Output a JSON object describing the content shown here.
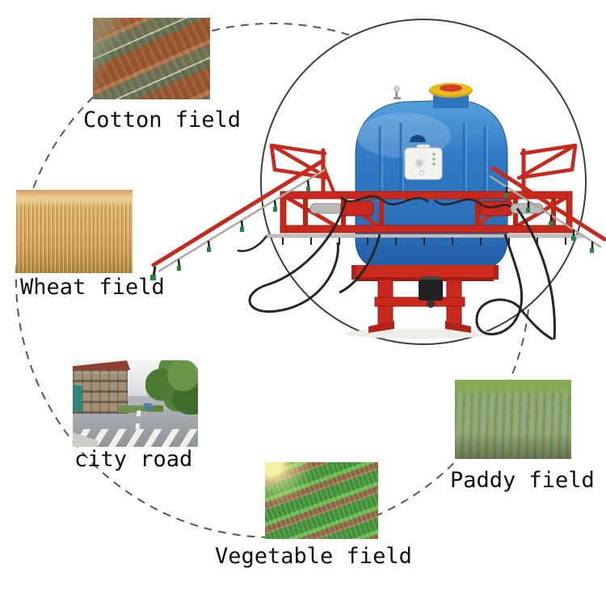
{
  "fields": [
    {
      "id": "cotton-field",
      "label": "Cotton field"
    },
    {
      "id": "wheat-field",
      "label": "Wheat field"
    },
    {
      "id": "city-road",
      "label": "city road"
    },
    {
      "id": "vegetable-field",
      "label": "Vegetable field"
    },
    {
      "id": "paddy-field",
      "label": "Paddy field"
    }
  ],
  "center": {
    "image": "boom-sprayer"
  },
  "colors": {
    "tank_blue": "#2e7cc3",
    "frame_red": "#c9281c",
    "cap_yellow": "#e7ba1e",
    "cap_red": "#d23f26",
    "nozzle_green": "#1e8a4a",
    "hose_black": "#262626",
    "solid_circle_line": "#3e3e3e",
    "dashed_circle_line": "#565656",
    "label_text": "#0d0d0d"
  }
}
